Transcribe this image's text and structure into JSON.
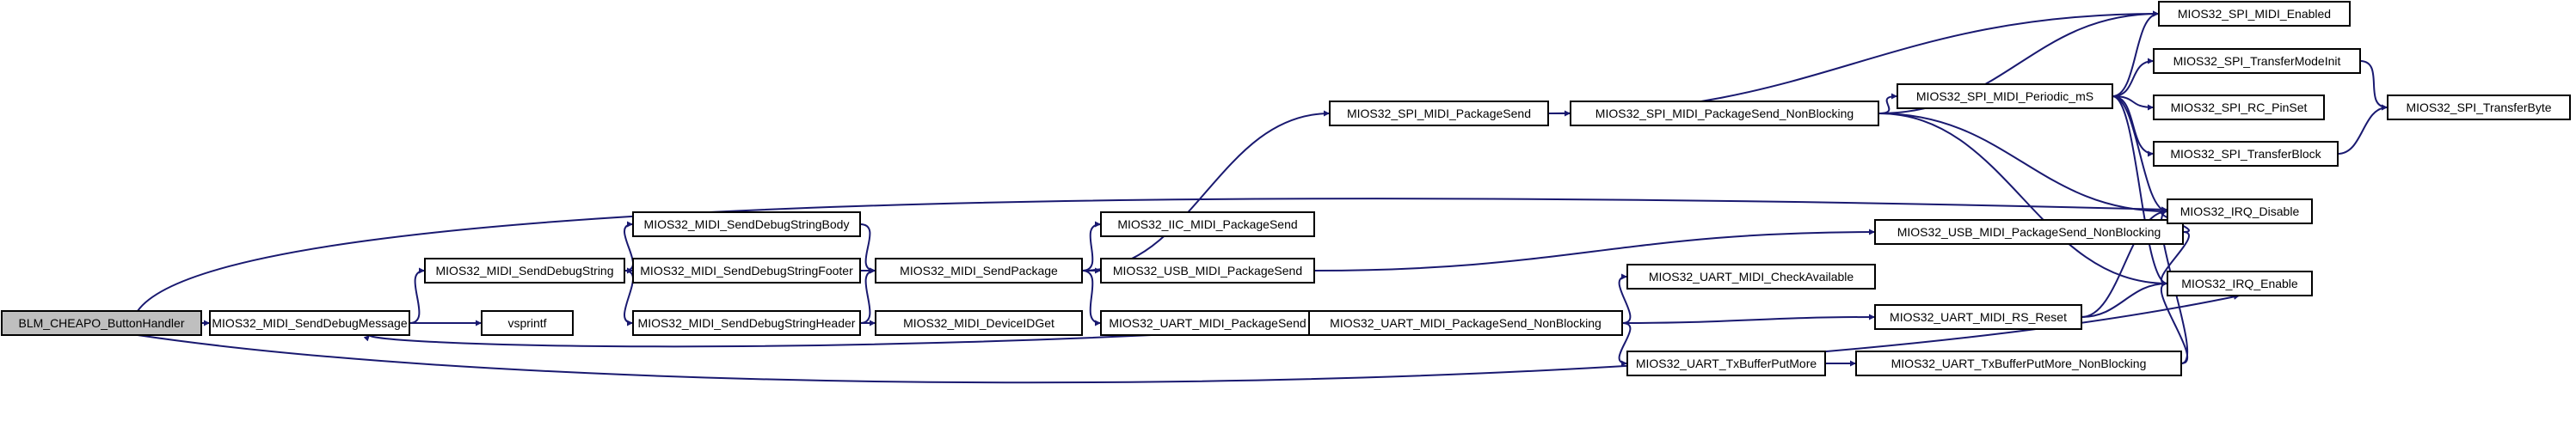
{
  "colors": {
    "node_fill": "#ffffff",
    "root_fill": "#bfbfbf",
    "border": "#000000",
    "edge": "#191970",
    "text": "#000000"
  },
  "nodes": [
    {
      "id": "blm",
      "label": "BLM_CHEAPO_ButtonHandler",
      "root": true
    },
    {
      "id": "sdm",
      "label": "MIOS32_MIDI_SendDebugMessage"
    },
    {
      "id": "sds",
      "label": "MIOS32_MIDI_SendDebugString"
    },
    {
      "id": "vsp",
      "label": "vsprintf"
    },
    {
      "id": "sdsb",
      "label": "MIOS32_MIDI_SendDebugStringBody"
    },
    {
      "id": "sdsf",
      "label": "MIOS32_MIDI_SendDebugStringFooter"
    },
    {
      "id": "sdsh",
      "label": "MIOS32_MIDI_SendDebugStringHeader"
    },
    {
      "id": "sp",
      "label": "MIOS32_MIDI_SendPackage"
    },
    {
      "id": "did",
      "label": "MIOS32_MIDI_DeviceIDGet"
    },
    {
      "id": "spips",
      "label": "MIOS32_SPI_MIDI_PackageSend"
    },
    {
      "id": "iicps",
      "label": "MIOS32_IIC_MIDI_PackageSend"
    },
    {
      "id": "usbps",
      "label": "MIOS32_USB_MIDI_PackageSend"
    },
    {
      "id": "uartps",
      "label": "MIOS32_UART_MIDI_PackageSend"
    },
    {
      "id": "spipnb",
      "label": "MIOS32_SPI_MIDI_PackageSend_NonBlocking"
    },
    {
      "id": "uartnb",
      "label": "MIOS32_UART_MIDI_PackageSend_NonBlocking"
    },
    {
      "id": "spiper",
      "label": "MIOS32_SPI_MIDI_Periodic_mS"
    },
    {
      "id": "usbnb",
      "label": "MIOS32_USB_MIDI_PackageSend_NonBlocking"
    },
    {
      "id": "uartca",
      "label": "MIOS32_UART_MIDI_CheckAvailable"
    },
    {
      "id": "uartrs",
      "label": "MIOS32_UART_MIDI_RS_Reset"
    },
    {
      "id": "txbpm",
      "label": "MIOS32_UART_TxBufferPutMore"
    },
    {
      "id": "txbpmnb",
      "label": "MIOS32_UART_TxBufferPutMore_NonBlocking"
    },
    {
      "id": "spien",
      "label": "MIOS32_SPI_MIDI_Enabled"
    },
    {
      "id": "tmi",
      "label": "MIOS32_SPI_TransferModeInit"
    },
    {
      "id": "rcps",
      "label": "MIOS32_SPI_RC_PinSet"
    },
    {
      "id": "tblk",
      "label": "MIOS32_SPI_TransferBlock"
    },
    {
      "id": "irqd",
      "label": "MIOS32_IRQ_Disable"
    },
    {
      "id": "irqe",
      "label": "MIOS32_IRQ_Enable"
    },
    {
      "id": "tbyte",
      "label": "MIOS32_SPI_TransferByte"
    }
  ],
  "edges": [
    [
      "blm",
      "sdm"
    ],
    [
      "blm",
      "irqd"
    ],
    [
      "blm",
      "irqe"
    ],
    [
      "sdm",
      "sds"
    ],
    [
      "sdm",
      "vsp"
    ],
    [
      "sds",
      "sdsb"
    ],
    [
      "sds",
      "sdsf"
    ],
    [
      "sds",
      "sdsh"
    ],
    [
      "sdsb",
      "sp"
    ],
    [
      "sdsf",
      "sp"
    ],
    [
      "sdsh",
      "sp"
    ],
    [
      "sdsh",
      "did"
    ],
    [
      "sp",
      "spips"
    ],
    [
      "sp",
      "iicps"
    ],
    [
      "sp",
      "usbps"
    ],
    [
      "sp",
      "uartps"
    ],
    [
      "spips",
      "spien"
    ],
    [
      "spips",
      "spipnb"
    ],
    [
      "usbps",
      "usbnb"
    ],
    [
      "uartps",
      "uartnb"
    ],
    [
      "uartnb",
      "sdm"
    ],
    [
      "uartnb",
      "uartca"
    ],
    [
      "uartnb",
      "uartrs"
    ],
    [
      "uartnb",
      "txbpm"
    ],
    [
      "spipnb",
      "spien"
    ],
    [
      "spipnb",
      "spiper"
    ],
    [
      "spipnb",
      "irqd"
    ],
    [
      "spipnb",
      "irqe"
    ],
    [
      "spiper",
      "spien"
    ],
    [
      "spiper",
      "tmi"
    ],
    [
      "spiper",
      "rcps"
    ],
    [
      "spiper",
      "tblk"
    ],
    [
      "spiper",
      "irqd"
    ],
    [
      "spiper",
      "irqe"
    ],
    [
      "usbnb",
      "irqd"
    ],
    [
      "usbnb",
      "irqe"
    ],
    [
      "uartrs",
      "irqd"
    ],
    [
      "uartrs",
      "irqe"
    ],
    [
      "txbpm",
      "txbpmnb"
    ],
    [
      "txbpmnb",
      "irqd"
    ],
    [
      "txbpmnb",
      "irqe"
    ],
    [
      "tmi",
      "tbyte"
    ],
    [
      "tblk",
      "tbyte"
    ]
  ]
}
